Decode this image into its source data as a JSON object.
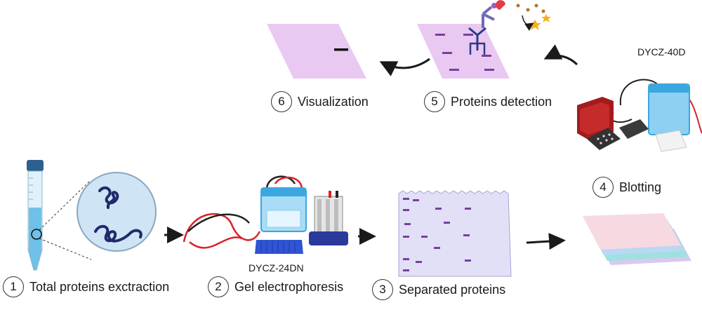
{
  "steps": [
    {
      "number": "1",
      "label": "Total proteins exctraction"
    },
    {
      "number": "2",
      "label": "Gel electrophoresis"
    },
    {
      "number": "3",
      "label": "Separated proteins"
    },
    {
      "number": "4",
      "label": "Blotting"
    },
    {
      "number": "5",
      "label": "Proteins detection"
    },
    {
      "number": "6",
      "label": "Visualization"
    }
  ],
  "devices": {
    "electrophoresis_model": "DYCZ-24DN",
    "blotting_model": "DYCZ-40D"
  },
  "colors": {
    "membrane_purple": "#e9c9f1",
    "band_purple": "#7b3f9e",
    "gel_lavender": "#e2e0f7",
    "tank_blue": "#3aa7e0",
    "lead_red": "#d8222a",
    "comb_blue": "#2f55d4",
    "tube_blue": "#6ec1e8"
  },
  "icons": [
    "falcon-tube-icon",
    "protein-magnifier-icon",
    "antibody-icon",
    "arrow-icon"
  ]
}
